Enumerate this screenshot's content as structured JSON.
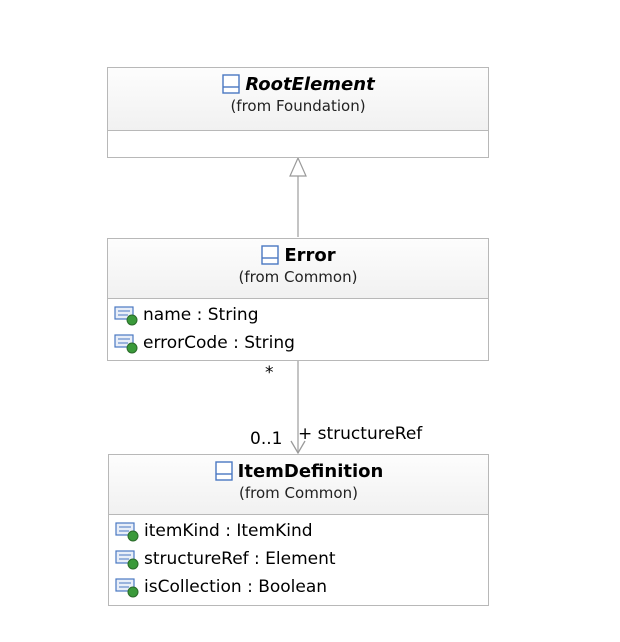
{
  "classes": {
    "root_element": {
      "name": "RootElement",
      "from": "(from Foundation)",
      "icon": "class-icon"
    },
    "error": {
      "name": "Error",
      "from": "(from Common)",
      "icon": "class-icon",
      "attributes": [
        {
          "text": "name : String",
          "icon": "attribute-icon"
        },
        {
          "text": "errorCode : String",
          "icon": "attribute-icon"
        }
      ]
    },
    "item_definition": {
      "name": "ItemDefinition",
      "from": "(from Common)",
      "icon": "class-icon",
      "attributes": [
        {
          "text": "itemKind : ItemKind",
          "icon": "attribute-icon"
        },
        {
          "text": "structureRef : Element",
          "icon": "attribute-icon"
        },
        {
          "text": "isCollection : Boolean",
          "icon": "attribute-icon"
        }
      ]
    }
  },
  "association": {
    "source_multiplicity": "*",
    "target_multiplicity": "0..1",
    "role": "+ structureRef"
  },
  "colors": {
    "border": "#b8b8b8",
    "class_icon": "#4a78c2",
    "attribute_icon_green": "#3a9a3a"
  }
}
